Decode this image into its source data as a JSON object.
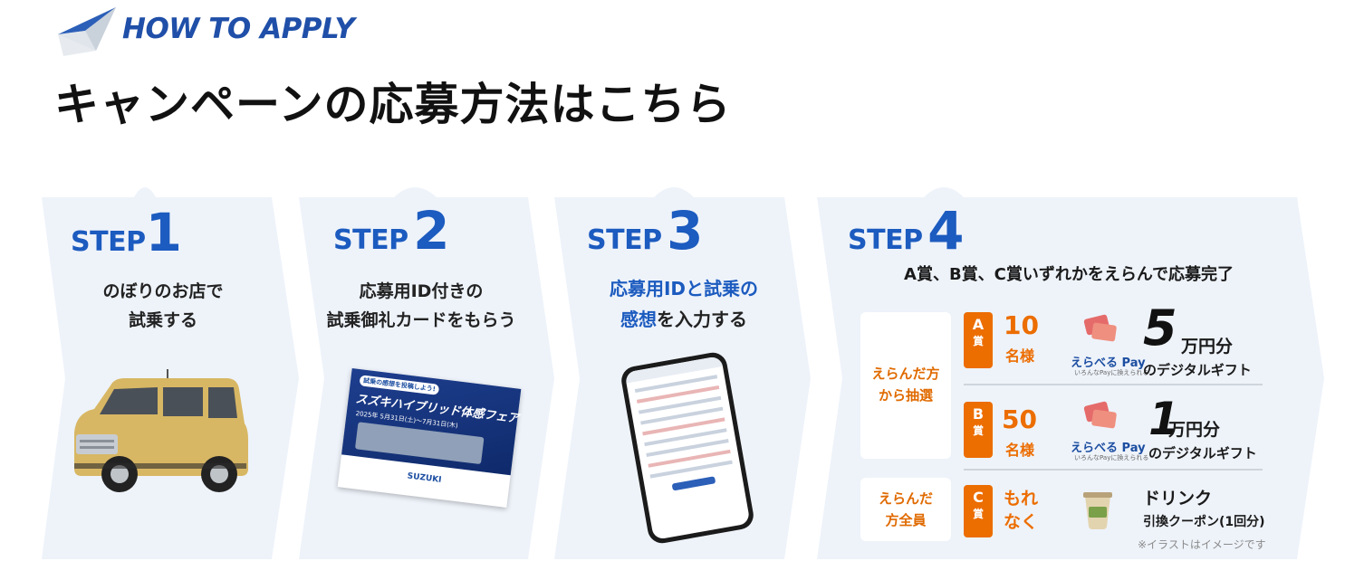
{
  "header": {
    "eyebrow": "HOW TO APPLY",
    "title": "キャンペーンの応募方法はこちら"
  },
  "steps": [
    {
      "word": "STEP",
      "num": "1",
      "lines": [
        "のぼりのお店で",
        "試乗する"
      ]
    },
    {
      "word": "STEP",
      "num": "2",
      "lines": [
        "応募用ID付きの",
        "試乗御礼カードをもらう"
      ]
    },
    {
      "word": "STEP",
      "num": "3",
      "line1_blue": "応募用IDと試乗の",
      "line2_blue": "感想",
      "line2_rest": "を入力する"
    },
    {
      "word": "STEP",
      "num": "4",
      "heading": "A賞、B賞、C賞いずれかをえらんで応募完了"
    }
  ],
  "card": {
    "banner": "試乗の感想を投稿しよう!",
    "brand": "スズキ",
    "title": "ハイブリッド体感フェア",
    "period": "2025年 5月31日(土)〜7月31日(木)",
    "maker": "SUZUKI"
  },
  "prizes": {
    "lottery_method": [
      "えらんだ方",
      "から抽選"
    ],
    "all_method": [
      "えらんだ",
      "方全員"
    ],
    "a": {
      "badge": "A",
      "badge_sub": "賞",
      "count_num": "10",
      "count_unit": "名様",
      "pay_label": "えらべる Pay",
      "pay_sub": "いろんなPayに換えられる",
      "amount": "5",
      "unit": "万円分",
      "desc": "のデジタルギフト"
    },
    "b": {
      "badge": "B",
      "badge_sub": "賞",
      "count_num": "50",
      "count_unit": "名様",
      "pay_label": "えらべる Pay",
      "pay_sub": "いろんなPayに換えられる",
      "amount": "1",
      "unit": "万円分",
      "desc": "のデジタルギフト"
    },
    "c": {
      "badge": "C",
      "badge_sub": "賞",
      "count_line1": "もれ",
      "count_line2": "なく",
      "title": "ドリンク",
      "desc": "引換クーポン(1回分)"
    },
    "note": "※イラストはイメージです"
  },
  "colors": {
    "accent_blue": "#1c5bbf",
    "accent_orange": "#ec6d00",
    "panel": "#eef3fa"
  }
}
